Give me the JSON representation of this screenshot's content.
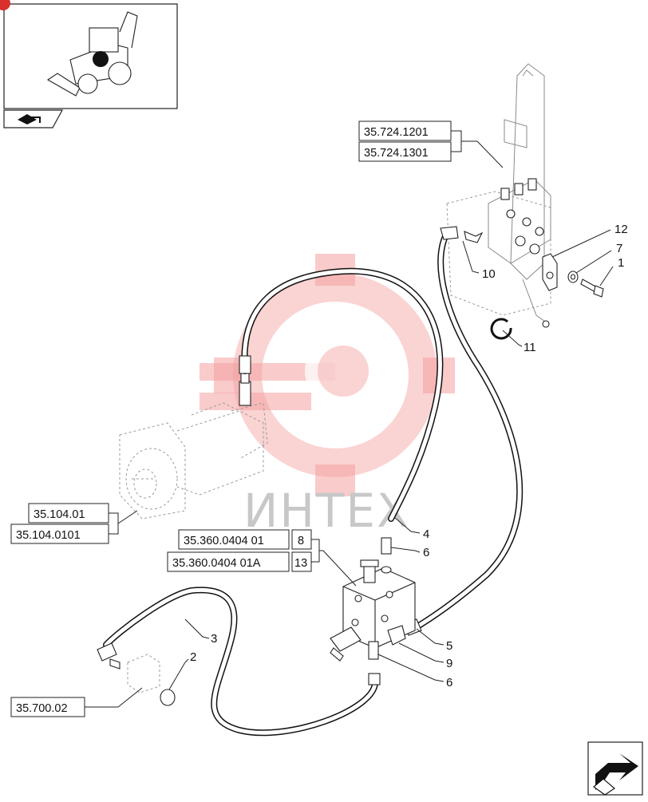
{
  "watermark": {
    "text": "ИНТЕХ"
  },
  "references": {
    "valve_ref_a": "35.724.1201",
    "valve_ref_b": "35.724.1301",
    "pump_ref_a": "35.104.01",
    "pump_ref_b": "35.104.0101",
    "block_ref_a": "35.360.0404 01",
    "block_ref_a_item": "8",
    "block_ref_b": "35.360.0404 01A",
    "block_ref_b_item": "13",
    "plug_ref": "35.700.02"
  },
  "callouts": {
    "n1": "1",
    "n2": "2",
    "n3": "3",
    "n4": "4",
    "n5": "5",
    "n6a": "6",
    "n6b": "6",
    "n7": "7",
    "n9": "9",
    "n10": "10",
    "n11": "11",
    "n12": "12"
  },
  "colors": {
    "watermark_red": "#f4a0a0",
    "line": "#111111"
  },
  "icons": [
    "machine-thumbnail-icon",
    "prev-page-icon",
    "next-page-icon"
  ]
}
